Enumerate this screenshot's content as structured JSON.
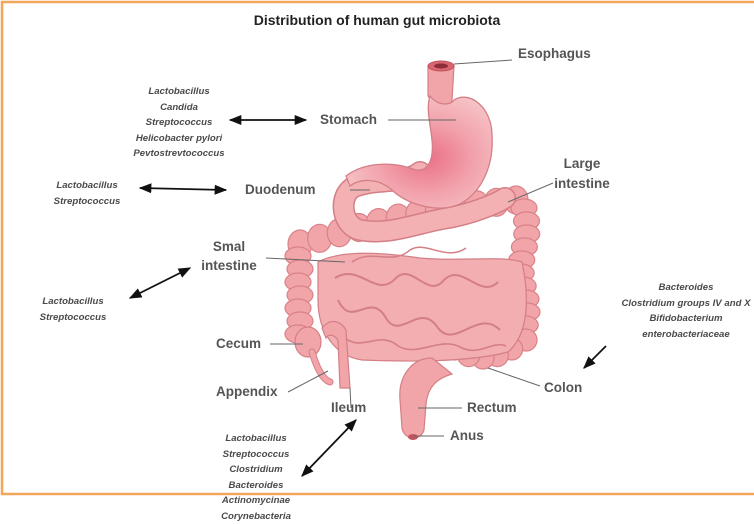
{
  "title": "Distribution of human gut microbiota",
  "organs": {
    "esophagus": "Esophagus",
    "stomach": "Stomach",
    "duodenum": "Duodenum",
    "small_intestine": [
      "Smal",
      "intestine"
    ],
    "large_intestine": [
      "Large",
      "intestine"
    ],
    "cecum": "Cecum",
    "appendix": "Appendix",
    "ileum": "Ileum",
    "rectum": "Rectum",
    "anus": "Anus",
    "colon": "Colon"
  },
  "microbes": {
    "stomach": [
      "Lactobacillus",
      "Candida",
      "Streptococcus",
      "Helicobacter pylori",
      "Pevtostrevtococcus"
    ],
    "duodenum": [
      "Lactobacillus",
      "Streptococcus"
    ],
    "small_intestine": [
      "Lactobacillus",
      "Streptococcus"
    ],
    "colon": [
      "Bacteroides",
      "Clostridium groups IV and X",
      "Bifidobacterium",
      "enterobacteriaceae"
    ],
    "ileum": [
      "Lactobacillus",
      "Streptococcus",
      "Clostridium",
      "Bacteroides",
      "Actinomycinae",
      "Corynebacteria"
    ]
  },
  "colors": {
    "frame": "#f2a65a",
    "organ_fill": "#f1a5a9",
    "organ_dark": "#d98287",
    "organ_light": "#f8c9cb",
    "stomach_core": "#ee7f8f"
  }
}
